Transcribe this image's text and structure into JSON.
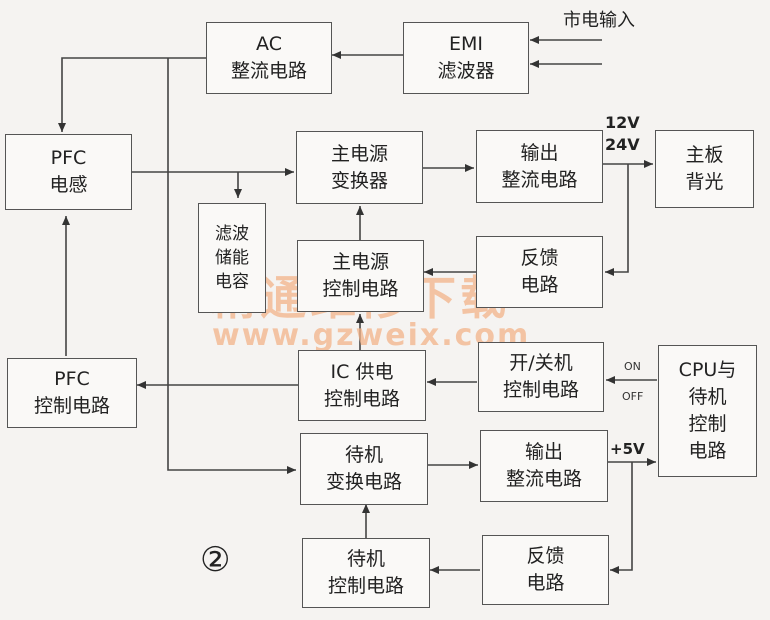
{
  "labels": {
    "mains_input": "市电输入",
    "v12": "12V",
    "v24": "24V",
    "v5": "+5V",
    "on": "ON",
    "off": "OFF",
    "figure_number": "②"
  },
  "blocks": {
    "ac_rect": [
      "AC",
      "整流电路"
    ],
    "emi": [
      "EMI",
      "滤波器"
    ],
    "pfc_inductor": [
      "PFC",
      "电感"
    ],
    "main_converter": [
      "主电源",
      "变换器"
    ],
    "out_rect_main": [
      "输出",
      "整流电路"
    ],
    "mainboard": [
      "主板",
      "背光"
    ],
    "filter_cap": [
      "滤波",
      "储能",
      "电容"
    ],
    "main_ctrl": [
      "主电源",
      "控制电路"
    ],
    "feedback_main": [
      "反馈",
      "电路"
    ],
    "pfc_ctrl": [
      "PFC",
      "控制电路"
    ],
    "ic_supply": [
      "IC 供电",
      "控制电路"
    ],
    "onoff_ctrl": [
      "开/关机",
      "控制电路"
    ],
    "cpu_standby": [
      "CPU与",
      "待机",
      "控制",
      "电路"
    ],
    "standby_conv": [
      "待机",
      "变换电路"
    ],
    "out_rect_standby": [
      "输出",
      "整流电路"
    ],
    "standby_ctrl": [
      "待机",
      "控制电路"
    ],
    "feedback_standby": [
      "反馈",
      "电路"
    ]
  },
  "watermark": {
    "cn": "精通维修下载",
    "url": "www.gzweix.com"
  }
}
